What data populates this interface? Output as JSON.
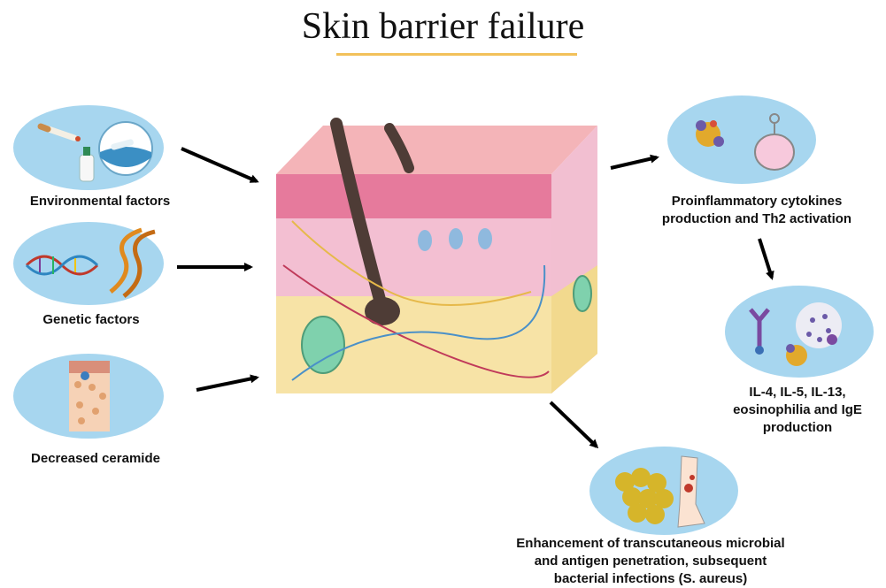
{
  "title": "Skin barrier failure",
  "colors": {
    "accent_rule": "#f2c15a",
    "ellipse_fill": "#a7d6ef",
    "skin_pink": "#f1b3c4",
    "fat_yellow": "#f7e3a6",
    "hair_dark": "#4e3c36",
    "arrow": "#000000"
  },
  "causes": [
    {
      "label": "Environmental factors",
      "icons": [
        "cigarette-icon",
        "bottle-icon",
        "water-pollution-icon"
      ]
    },
    {
      "label": "Genetic factors",
      "icons": [
        "dna-icon"
      ]
    },
    {
      "label": "Decreased ceramide",
      "icons": [
        "skin-cells-icon"
      ]
    }
  ],
  "effects": {
    "cytokines": {
      "lines": [
        "Proinflammatory cytokines",
        "production and Th2 activation"
      ]
    },
    "interleukins": {
      "lines": [
        "IL-4, IL-5, IL-13,",
        "eosinophilia and IgE",
        "production"
      ]
    },
    "infection": {
      "lines": [
        "Enhancement of transcutaneous microbial",
        "and antigen penetration, subsequent",
        "bacterial infections (S. aureus)"
      ]
    }
  }
}
